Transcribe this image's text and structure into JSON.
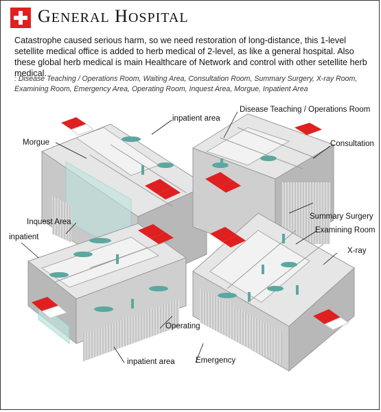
{
  "header": {
    "title_initial_1": "G",
    "title_rest_1": "ENERAL",
    "title_initial_2": "H",
    "title_rest_2": "OSPITAL"
  },
  "description": "Catastrophe caused serious harm, so we need restoration of long-distance, this 1-level setellite medical office is added to herb medical of 2-level, as like a general hospital. Also these global herb medical is main Healthcare of Network and control with other setellite herb medical.",
  "rooms_list": ": Disease Teaching / Operations Room, Waiting Area, Consultation Room, Summary Surgery, X-ray Room, Examining Room, Emergency Area, Operating Room, Inquest Area, Morgue, Inpatient Area",
  "labels": {
    "inpatient_area_top": "inpatient area",
    "disease_teaching": "Disease Teaching / Operations Room",
    "morgue": "Morgue",
    "consultation": "Consultation",
    "summary_surgery": "Summary Surgery",
    "inquest_area": "Inquest Area",
    "examining_room": "Examining Room",
    "inpatient_left": "inpatient",
    "xray": "X-ray",
    "operating": "Operating",
    "inpatient_area_bottom": "inpatient area",
    "emergency": "Emergency"
  },
  "colors": {
    "accent_red": "#e02020",
    "wall_light": "#e6e6e6",
    "wall_mid": "#c8c8c8",
    "wall_dark": "#a8a8a8",
    "glass": "#bfe3de",
    "figure": "#5aa8a0"
  }
}
